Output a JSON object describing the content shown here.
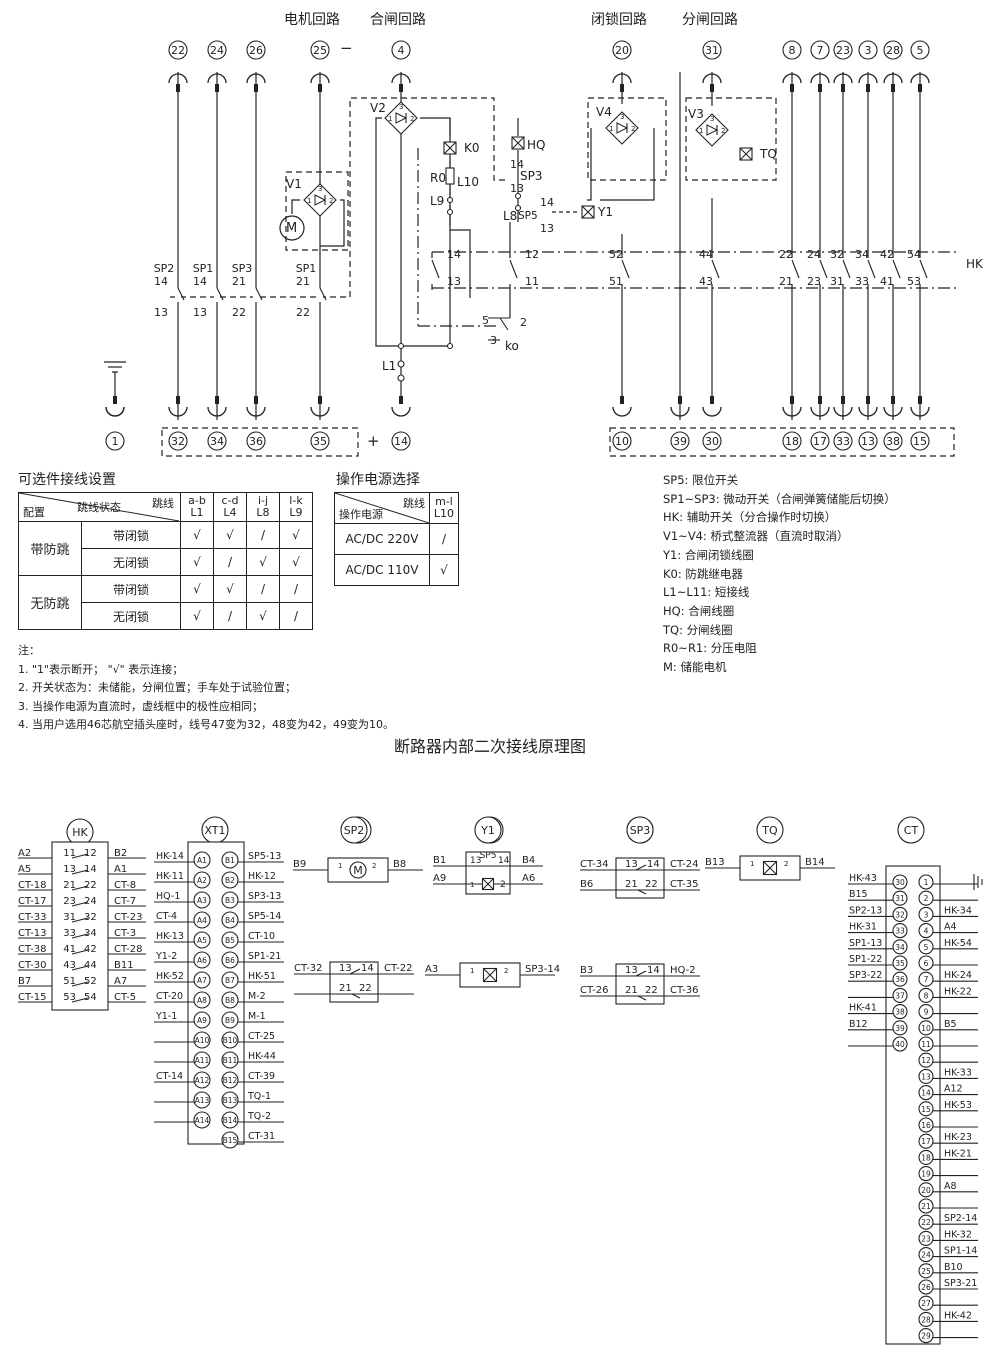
{
  "circuit_titles": {
    "motor": "电机回路",
    "close": "合闸回路",
    "lockout": "闭锁回路",
    "trip": "分闸回路"
  },
  "top_terminals": [
    "22",
    "24",
    "26",
    "25",
    "4",
    "20",
    "31",
    "8",
    "7",
    "23",
    "3",
    "28",
    "5"
  ],
  "bottom_terminals": [
    "1",
    "32",
    "34",
    "36",
    "35",
    "14",
    "10",
    "39",
    "30",
    "18",
    "17",
    "33",
    "13",
    "38",
    "15"
  ],
  "polarity": {
    "minus": "−",
    "plus": "+"
  },
  "components": {
    "V1": "V1",
    "V2": "V2",
    "V3": "V3",
    "V4": "V4",
    "K0": "K0",
    "HQ": "HQ",
    "TQ": "TQ",
    "Y1": "Y1",
    "R0": "R0",
    "L10": "L10",
    "L9": "L9",
    "L8": "L8",
    "L1": "L1",
    "SP3": "SP3",
    "SP5": "SP5",
    "ko": "ko",
    "HK": "HK",
    "M": "M"
  },
  "switch_labels": {
    "sp_top": [
      "SP2",
      "SP1",
      "SP3",
      "SP1"
    ],
    "sp_upper_nums": [
      "14",
      "14",
      "21",
      "21"
    ],
    "sp_lower_nums": [
      "13",
      "13",
      "22",
      "22"
    ],
    "hk_upper": [
      "14",
      "12",
      "52",
      "44",
      "22",
      "24",
      "32",
      "34",
      "42",
      "54"
    ],
    "hk_lower": [
      "13",
      "11",
      "51",
      "43",
      "21",
      "23",
      "31",
      "33",
      "41",
      "53"
    ]
  },
  "optional_table": {
    "title": "可选件接线设置",
    "corner_top": "跳线",
    "corner_mid": "跳线状态",
    "corner_bottom": "配置",
    "columns": [
      {
        "top": "a-b",
        "bottom": "L1"
      },
      {
        "top": "c-d",
        "bottom": "L4"
      },
      {
        "top": "i-j",
        "bottom": "L8"
      },
      {
        "top": "l-k",
        "bottom": "L9"
      }
    ],
    "groups": [
      {
        "name": "带防跳",
        "rows": [
          {
            "label": "带闭锁",
            "cells": [
              "√",
              "√",
              "/",
              "√"
            ]
          },
          {
            "label": "无闭锁",
            "cells": [
              "√",
              "/",
              "√",
              "√"
            ]
          }
        ]
      },
      {
        "name": "无防跳",
        "rows": [
          {
            "label": "带闭锁",
            "cells": [
              "√",
              "√",
              "/",
              "/"
            ]
          },
          {
            "label": "无闭锁",
            "cells": [
              "√",
              "/",
              "√",
              "/"
            ]
          }
        ]
      }
    ]
  },
  "power_table": {
    "title": "操作电源选择",
    "corner_top": "跳线",
    "corner_bottom": "操作电源",
    "column_top": "m-l",
    "column_bottom": "L10",
    "rows": [
      {
        "label": "AC/DC 220V",
        "cell": "/"
      },
      {
        "label": "AC/DC 110V",
        "cell": "√"
      }
    ]
  },
  "legend": [
    "SP5:  限位开关",
    "SP1~SP3: 微动开关（合闸弹簧储能后切换）",
    "HK: 辅助开关（分合操作时切换）",
    "V1~V4: 桥式整流器（直流时取消）",
    "Y1: 合闸闭锁线圈",
    "K0: 防跳继电器",
    "L1~L11: 短接线",
    "HQ: 合闸线圈",
    "TQ: 分闸线圈",
    "R0~R1: 分压电阻",
    "M: 储能电机"
  ],
  "notes": [
    "注：",
    "1. \"1\"表示断开；  \"√\" 表示连接；",
    "2. 开关状态为：未储能，分闸位置；手车处于试验位置；",
    "3. 当操作电源为直流时，虚线框中的极性应相同；",
    "4. 当用户选用46芯航空插头座时，线号47变为32，48变为42，49变为10。"
  ],
  "main_title": "断路器内部二次接线原理图",
  "wiring": {
    "HK": {
      "title": "HK",
      "left": [
        "A2",
        "A5",
        "CT-18",
        "CT-17",
        "CT-33",
        "CT-13",
        "CT-38",
        "CT-30",
        "B7",
        "CT-15"
      ],
      "pins": [
        [
          "11",
          "12"
        ],
        [
          "13",
          "14"
        ],
        [
          "21",
          "22"
        ],
        [
          "23",
          "24"
        ],
        [
          "31",
          "32"
        ],
        [
          "33",
          "34"
        ],
        [
          "41",
          "42"
        ],
        [
          "43",
          "44"
        ],
        [
          "51",
          "52"
        ],
        [
          "53",
          "54"
        ]
      ],
      "right": [
        "B2",
        "A1",
        "CT-8",
        "CT-7",
        "CT-23",
        "CT-3",
        "CT-28",
        "B11",
        "A7",
        "CT-5"
      ]
    },
    "XT1": {
      "title": "XT1",
      "left_nums": [
        "A1",
        "A2",
        "A3",
        "A4",
        "A5",
        "A6",
        "A7",
        "A8",
        "A9",
        "A10",
        "A11",
        "A12",
        "A13",
        "A14"
      ],
      "left_labels": [
        "HK-14",
        "HK-11",
        "HQ-1",
        "CT-4",
        "HK-13",
        "Y1-2",
        "HK-52",
        "CT-20",
        "Y1-1",
        "",
        "",
        "CT-14",
        "",
        ""
      ],
      "right_nums": [
        "B1",
        "B2",
        "B3",
        "B4",
        "B5",
        "B6",
        "B7",
        "B8",
        "B9",
        "B10",
        "B11",
        "B12",
        "B13",
        "B14",
        "B15"
      ],
      "right_labels": [
        "SP5-13",
        "HK-12",
        "SP3-13",
        "SP5-14",
        "CT-10",
        "SP1-21",
        "HK-51",
        "M-2",
        "M-1",
        "CT-25",
        "HK-44",
        "CT-39",
        "TQ-1",
        "TQ-2",
        "CT-31"
      ]
    },
    "M": {
      "title": "M",
      "left": "B9",
      "right": "B8",
      "p1": "1",
      "p2": "2",
      "sym": "M"
    },
    "Y1": {
      "title": "Y1",
      "inner": "SP5",
      "l1": "B1",
      "n13": "13",
      "n14": "14",
      "r1": "B4",
      "l2": "A9",
      "p1": "1",
      "p2": "2",
      "r2": "A6"
    },
    "SP1": {
      "title": "SP1",
      "l1": "CT-34",
      "n13": "13",
      "n14": "14",
      "r1": "CT-24",
      "l2": "B6",
      "n21": "21",
      "n22": "22",
      "r2": "CT-35"
    },
    "TQ": {
      "title": "TQ",
      "left": "B13",
      "right": "B14",
      "p1": "1",
      "p2": "2"
    },
    "SP2": {
      "title": "SP2",
      "l1": "CT-32",
      "n13": "13",
      "n14": "14",
      "r1": "CT-22",
      "n21": "21",
      "n22": "22"
    },
    "HQ": {
      "title": "HQ",
      "left": "A3",
      "right": "SP3-14",
      "p1": "1",
      "p2": "2"
    },
    "SP3": {
      "title": "SP3",
      "l1": "B3",
      "n13": "13",
      "n14": "14",
      "r1": "HQ-2",
      "l2": "CT-26",
      "n21": "21",
      "n22": "22",
      "r2": "CT-36"
    },
    "CT": {
      "title": "CT",
      "left_labels": [
        "HK-43",
        "B15",
        "SP2-13",
        "HK-31",
        "SP1-13",
        "SP1-22",
        "SP3-22",
        "",
        "HK-41",
        "B12",
        ""
      ],
      "left_nums": [
        "30",
        "31",
        "32",
        "33",
        "34",
        "35",
        "36",
        "37",
        "38",
        "39",
        "40"
      ],
      "right_nums": [
        "1",
        "2",
        "3",
        "4",
        "5",
        "6",
        "7",
        "8",
        "9",
        "10",
        "11",
        "12",
        "13",
        "14",
        "15",
        "16",
        "17",
        "18",
        "19",
        "20",
        "21",
        "22",
        "23",
        "24",
        "25",
        "26",
        "27",
        "28",
        "29"
      ],
      "right_labels": [
        "",
        "",
        "HK-34",
        "A4",
        "HK-54",
        "",
        "HK-24",
        "HK-22",
        "",
        "B5",
        "",
        "",
        "HK-33",
        "A12",
        "HK-53",
        "",
        "HK-23",
        "HK-21",
        "",
        "A8",
        "",
        "SP2-14",
        "HK-32",
        "SP1-14",
        "B10",
        "SP3-21",
        "",
        "HK-42",
        ""
      ]
    }
  }
}
